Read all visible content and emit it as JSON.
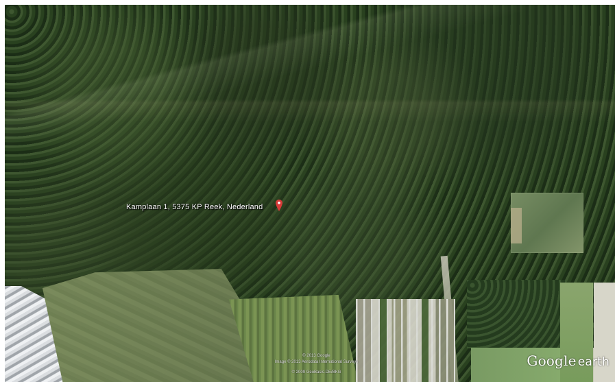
{
  "map": {
    "placemark_label": "Kamplaan 1, 5375 KP Reek, Nederland",
    "placemark_color": "#d63b39",
    "attribution": [
      "© 2013 Google",
      "Image © 2013 Aerodata International Surveys",
      "© 2009 GeoBasis-DE/BKG"
    ],
    "logo": {
      "primary": "Google",
      "secondary": "earth"
    },
    "icons": {
      "placemark": "map-pin-icon",
      "logo": "google-earth-logo"
    }
  }
}
